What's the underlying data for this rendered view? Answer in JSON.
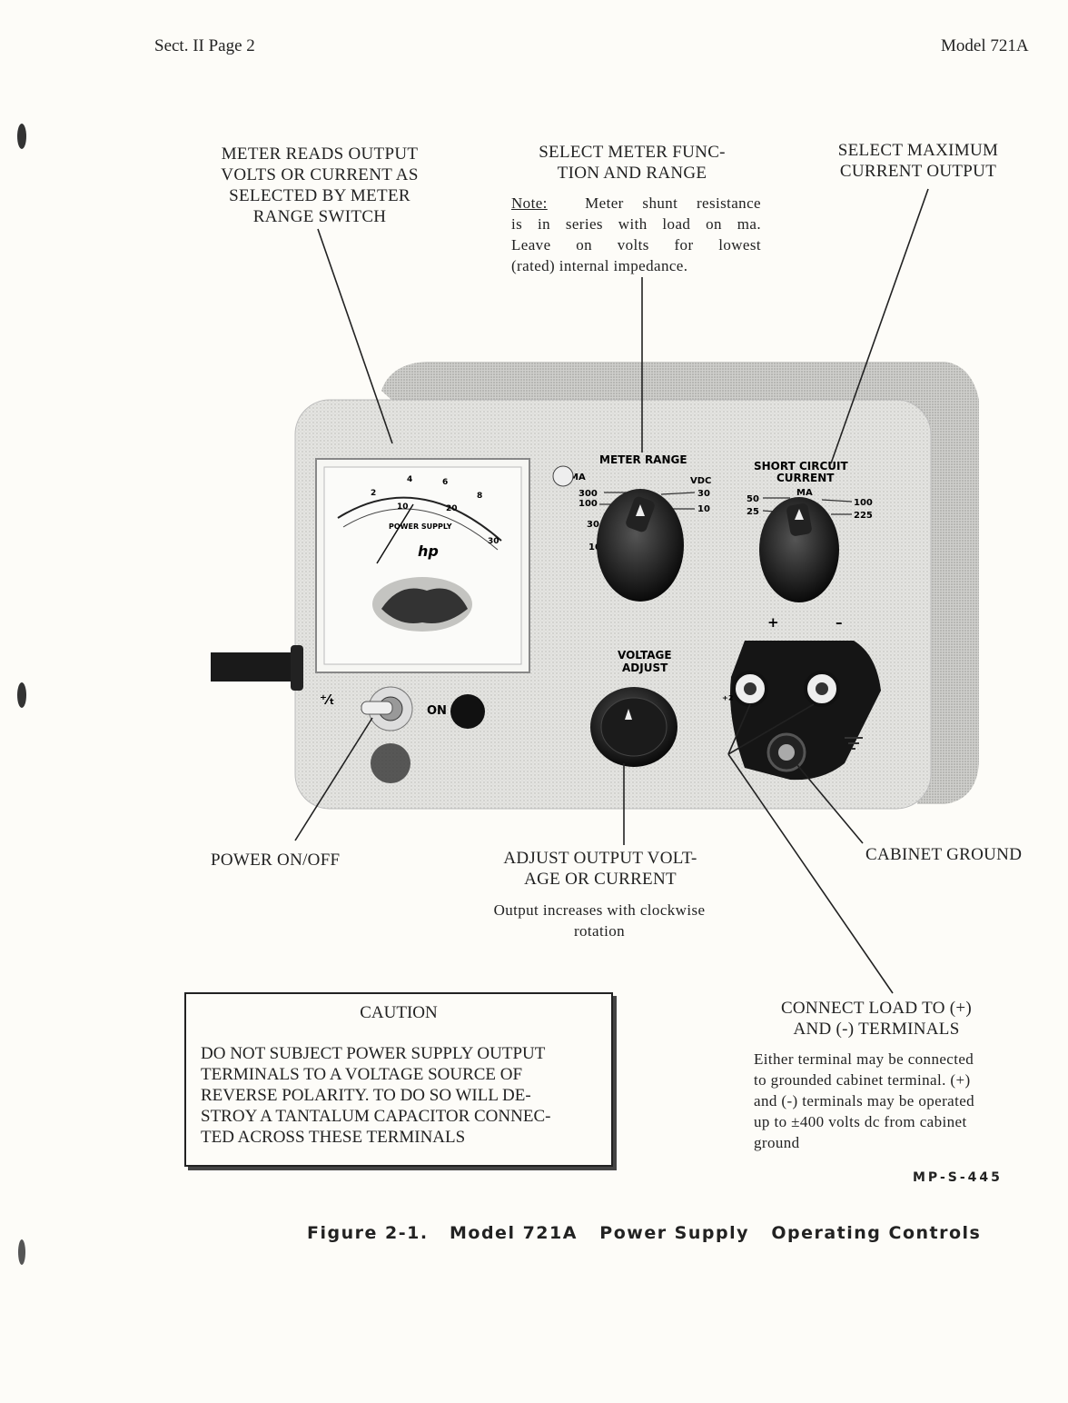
{
  "header": {
    "left": "Sect. II Page 2",
    "right": "Model 721A"
  },
  "callouts": {
    "meter_reads": [
      "METER READS OUTPUT",
      "VOLTS OR CURRENT AS",
      "SELECTED BY METER",
      "RANGE SWITCH"
    ],
    "select_meter": [
      "SELECT METER FUNC-",
      "TION AND RANGE"
    ],
    "meter_note_label": "Note:",
    "meter_note_lines": [
      "Meter shunt resistance",
      "is in series with load on ma.",
      "Leave on volts for lowest",
      "(rated) internal impedance."
    ],
    "select_max": [
      "SELECT MAXIMUM",
      "CURRENT OUTPUT"
    ],
    "power": "POWER ON/OFF",
    "adjust": [
      "ADJUST OUTPUT VOLT-",
      "AGE OR CURRENT"
    ],
    "adjust_note": [
      "Output increases with clockwise",
      "rotation"
    ],
    "cabinet_ground": "CABINET GROUND",
    "connect_load": [
      "CONNECT LOAD TO (+)",
      "AND (-) TERMINALS"
    ],
    "connect_note": [
      "Either terminal may be connected",
      "to grounded cabinet terminal.  (+)",
      "and (-) terminals may be operated",
      "up to ±400 volts dc from cabinet",
      "ground"
    ]
  },
  "caution": {
    "title": "CAUTION",
    "lines": [
      "DO NOT SUBJECT POWER SUPPLY OUTPUT",
      "TERMINALS TO A VOLTAGE SOURCE OF",
      "REVERSE POLARITY. TO DO SO WILL DE-",
      "STROY A TANTALUM CAPACITOR CONNEC-",
      "TED ACROSS THESE TERMINALS"
    ]
  },
  "panel": {
    "meter_range": "METER RANGE",
    "ma": "MA",
    "vdc": "VDC",
    "range_left": [
      "300",
      "100",
      "30",
      "10"
    ],
    "range_right": [
      "30",
      "10"
    ],
    "short_circuit": [
      "SHORT CIRCUIT",
      "CURRENT"
    ],
    "sc_ma": "MA",
    "sc_left": [
      "50",
      "25"
    ],
    "sc_right": [
      "100",
      "225"
    ],
    "voltage_adjust": [
      "VOLTAGE",
      "ADJUST"
    ],
    "on": "ON",
    "plus": "+",
    "minus": "–",
    "meter_scale_top": [
      "2",
      "4",
      "6",
      "8"
    ],
    "meter_scale_bottom": [
      "10",
      "20",
      "30"
    ],
    "meter_face": "POWER SUPPLY",
    "meter_brand": "hp"
  },
  "mp_number": "MP-S-445",
  "figure_caption": {
    "number": "Figure 2-1.",
    "title": "Model 721A   Power Supply   Operating Controls"
  }
}
